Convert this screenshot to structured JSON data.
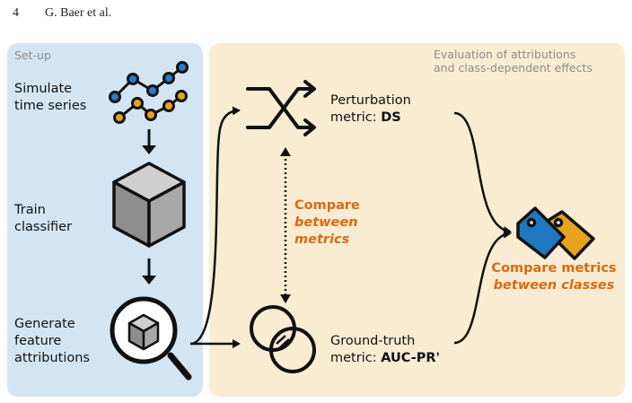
{
  "header": {
    "page_number": "4",
    "authors": "G. Baer et al."
  },
  "setup_panel": {
    "title": "Set-up",
    "steps": [
      {
        "line1": "Simulate",
        "line2": "time series"
      },
      {
        "line1": "Train",
        "line2": "classifier"
      },
      {
        "line1": "Generate",
        "line2": "feature",
        "line3": "attributions"
      }
    ]
  },
  "eval_panel": {
    "title_line1": "Evaluation of  attributions",
    "title_line2": "and class-dependent effects",
    "perturbation": {
      "line1": "Perturbation",
      "line2_prefix": "metric: ",
      "line2_bold": "DS"
    },
    "ground_truth": {
      "line1": "Ground-truth",
      "line2_prefix": "metric: ",
      "line2_bold": "AUC-PR'"
    },
    "compare_metrics": {
      "line1": "Compare",
      "line2": "between",
      "line3": "metrics"
    },
    "compare_classes": {
      "line1": "Compare metrics",
      "line2": "between classes"
    }
  },
  "colors": {
    "setup_bg": "#d3e5f3",
    "eval_bg": "#faecd3",
    "accent_orange": "#d86a10",
    "series_blue": "#2a7bbf",
    "series_orange": "#e8a21e",
    "cube_gray": "#9a9a9a",
    "tag_blue": "#1f77c0",
    "tag_orange": "#e8a21e"
  }
}
